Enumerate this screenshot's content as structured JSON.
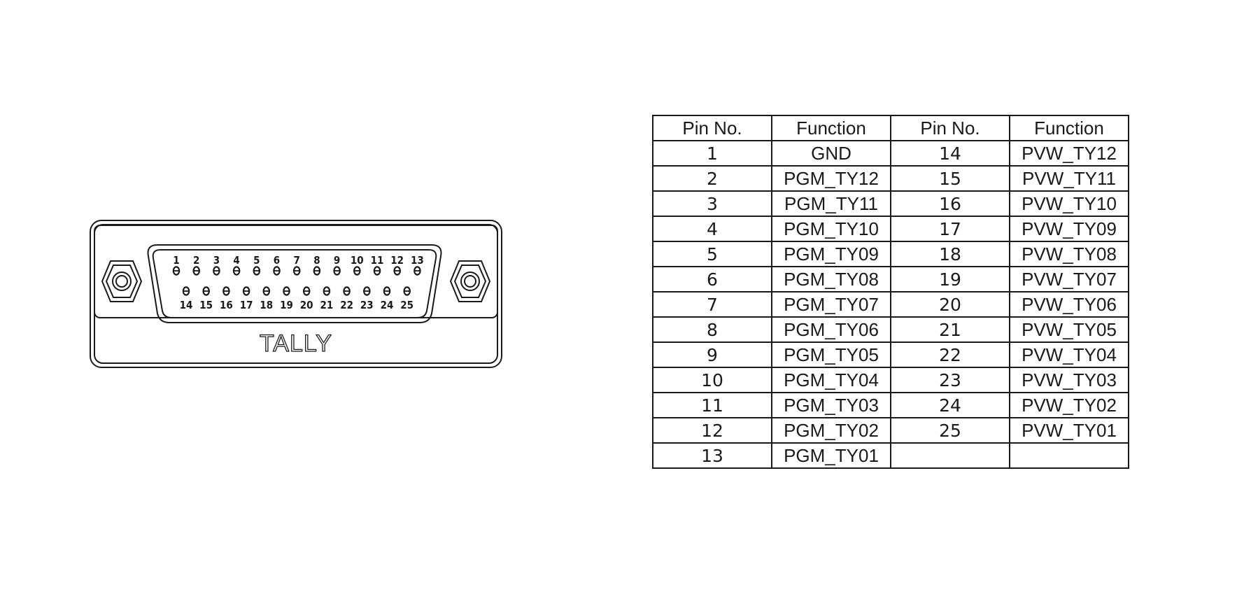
{
  "connector": {
    "label": "TALLY",
    "top_row_pins": [
      "1",
      "2",
      "3",
      "4",
      "5",
      "6",
      "7",
      "8",
      "9",
      "10",
      "11",
      "12",
      "13"
    ],
    "bottom_row_pins": [
      "14",
      "15",
      "16",
      "17",
      "18",
      "19",
      "20",
      "21",
      "22",
      "23",
      "24",
      "25"
    ]
  },
  "table": {
    "headers": [
      "Pin No.",
      "Function",
      "Pin No.",
      "Function"
    ],
    "rows": [
      [
        "1",
        "GND",
        "14",
        "PVW_TY12"
      ],
      [
        "2",
        "PGM_TY12",
        "15",
        "PVW_TY11"
      ],
      [
        "3",
        "PGM_TY11",
        "16",
        "PVW_TY10"
      ],
      [
        "4",
        "PGM_TY10",
        "17",
        "PVW_TY09"
      ],
      [
        "5",
        "PGM_TY09",
        "18",
        "PVW_TY08"
      ],
      [
        "6",
        "PGM_TY08",
        "19",
        "PVW_TY07"
      ],
      [
        "7",
        "PGM_TY07",
        "20",
        "PVW_TY06"
      ],
      [
        "8",
        "PGM_TY06",
        "21",
        "PVW_TY05"
      ],
      [
        "9",
        "PGM_TY05",
        "22",
        "PVW_TY04"
      ],
      [
        "10",
        "PGM_TY04",
        "23",
        "PVW_TY03"
      ],
      [
        "11",
        "PGM_TY03",
        "24",
        "PVW_TY02"
      ],
      [
        "12",
        "PGM_TY02",
        "25",
        "PVW_TY01"
      ],
      [
        "13",
        "PGM_TY01",
        "",
        ""
      ]
    ]
  }
}
